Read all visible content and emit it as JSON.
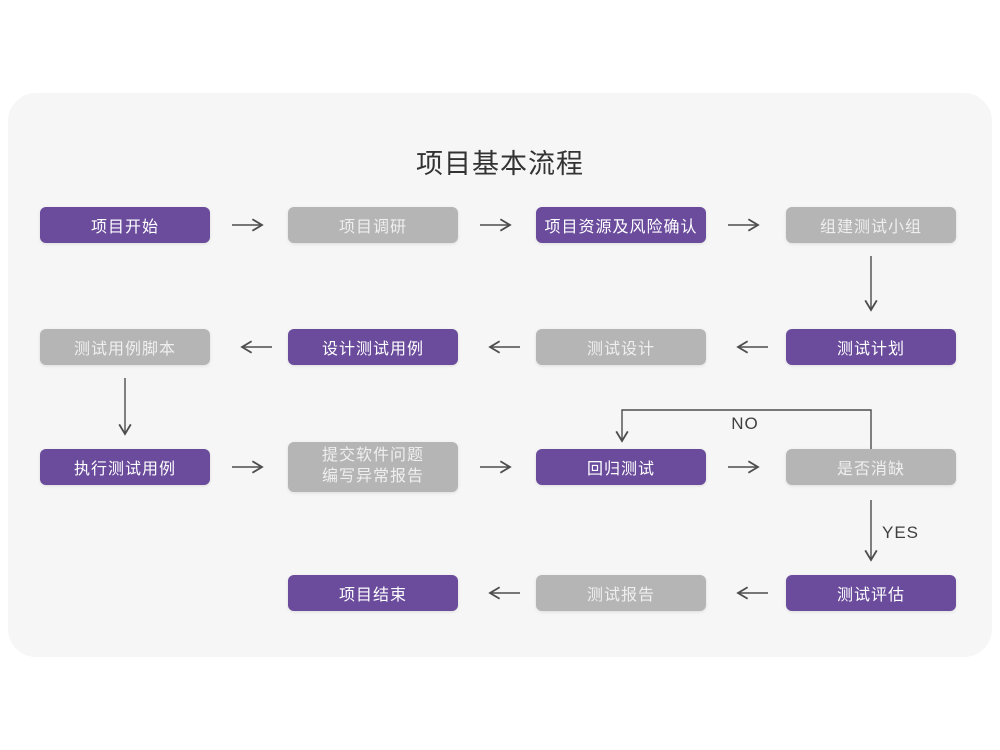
{
  "diagram": {
    "title": "项目基本流程",
    "nodes": [
      {
        "label": "项目开始",
        "variant": "purple"
      },
      {
        "label": "项目调研",
        "variant": "gray"
      },
      {
        "label": "项目资源及风险确认",
        "variant": "purple"
      },
      {
        "label": "组建测试小组",
        "variant": "gray"
      },
      {
        "label": "测试计划",
        "variant": "purple"
      },
      {
        "label": "测试设计",
        "variant": "gray"
      },
      {
        "label": "设计测试用例",
        "variant": "purple"
      },
      {
        "label": "测试用例脚本",
        "variant": "gray"
      },
      {
        "label": "执行测试用例",
        "variant": "purple"
      },
      {
        "label": "提交软件问题\n编写异常报告",
        "variant": "gray"
      },
      {
        "label": "回归测试",
        "variant": "purple"
      },
      {
        "label": "是否消缺",
        "variant": "gray"
      },
      {
        "label": "测试评估",
        "variant": "purple"
      },
      {
        "label": "测试报告",
        "variant": "gray"
      },
      {
        "label": "项目结束",
        "variant": "purple"
      }
    ],
    "edges": [
      {
        "from": "项目开始",
        "to": "项目调研",
        "label": ""
      },
      {
        "from": "项目调研",
        "to": "项目资源及风险确认",
        "label": ""
      },
      {
        "from": "项目资源及风险确认",
        "to": "组建测试小组",
        "label": ""
      },
      {
        "from": "组建测试小组",
        "to": "测试计划",
        "label": ""
      },
      {
        "from": "测试计划",
        "to": "测试设计",
        "label": ""
      },
      {
        "from": "测试设计",
        "to": "设计测试用例",
        "label": ""
      },
      {
        "from": "设计测试用例",
        "to": "测试用例脚本",
        "label": ""
      },
      {
        "from": "测试用例脚本",
        "to": "执行测试用例",
        "label": ""
      },
      {
        "from": "执行测试用例",
        "to": "提交软件问题 编写异常报告",
        "label": ""
      },
      {
        "from": "提交软件问题 编写异常报告",
        "to": "回归测试",
        "label": ""
      },
      {
        "from": "回归测试",
        "to": "是否消缺",
        "label": ""
      },
      {
        "from": "是否消缺",
        "to": "回归测试",
        "label": "NO"
      },
      {
        "from": "是否消缺",
        "to": "测试评估",
        "label": "YES"
      },
      {
        "from": "测试评估",
        "to": "测试报告",
        "label": ""
      },
      {
        "from": "测试报告",
        "to": "项目结束",
        "label": ""
      }
    ],
    "colors": {
      "purple": "#6A4B9C",
      "gray": "#B5B5B5",
      "card_background": "#F6F6F6",
      "arrow": "#4D4D4D"
    }
  }
}
